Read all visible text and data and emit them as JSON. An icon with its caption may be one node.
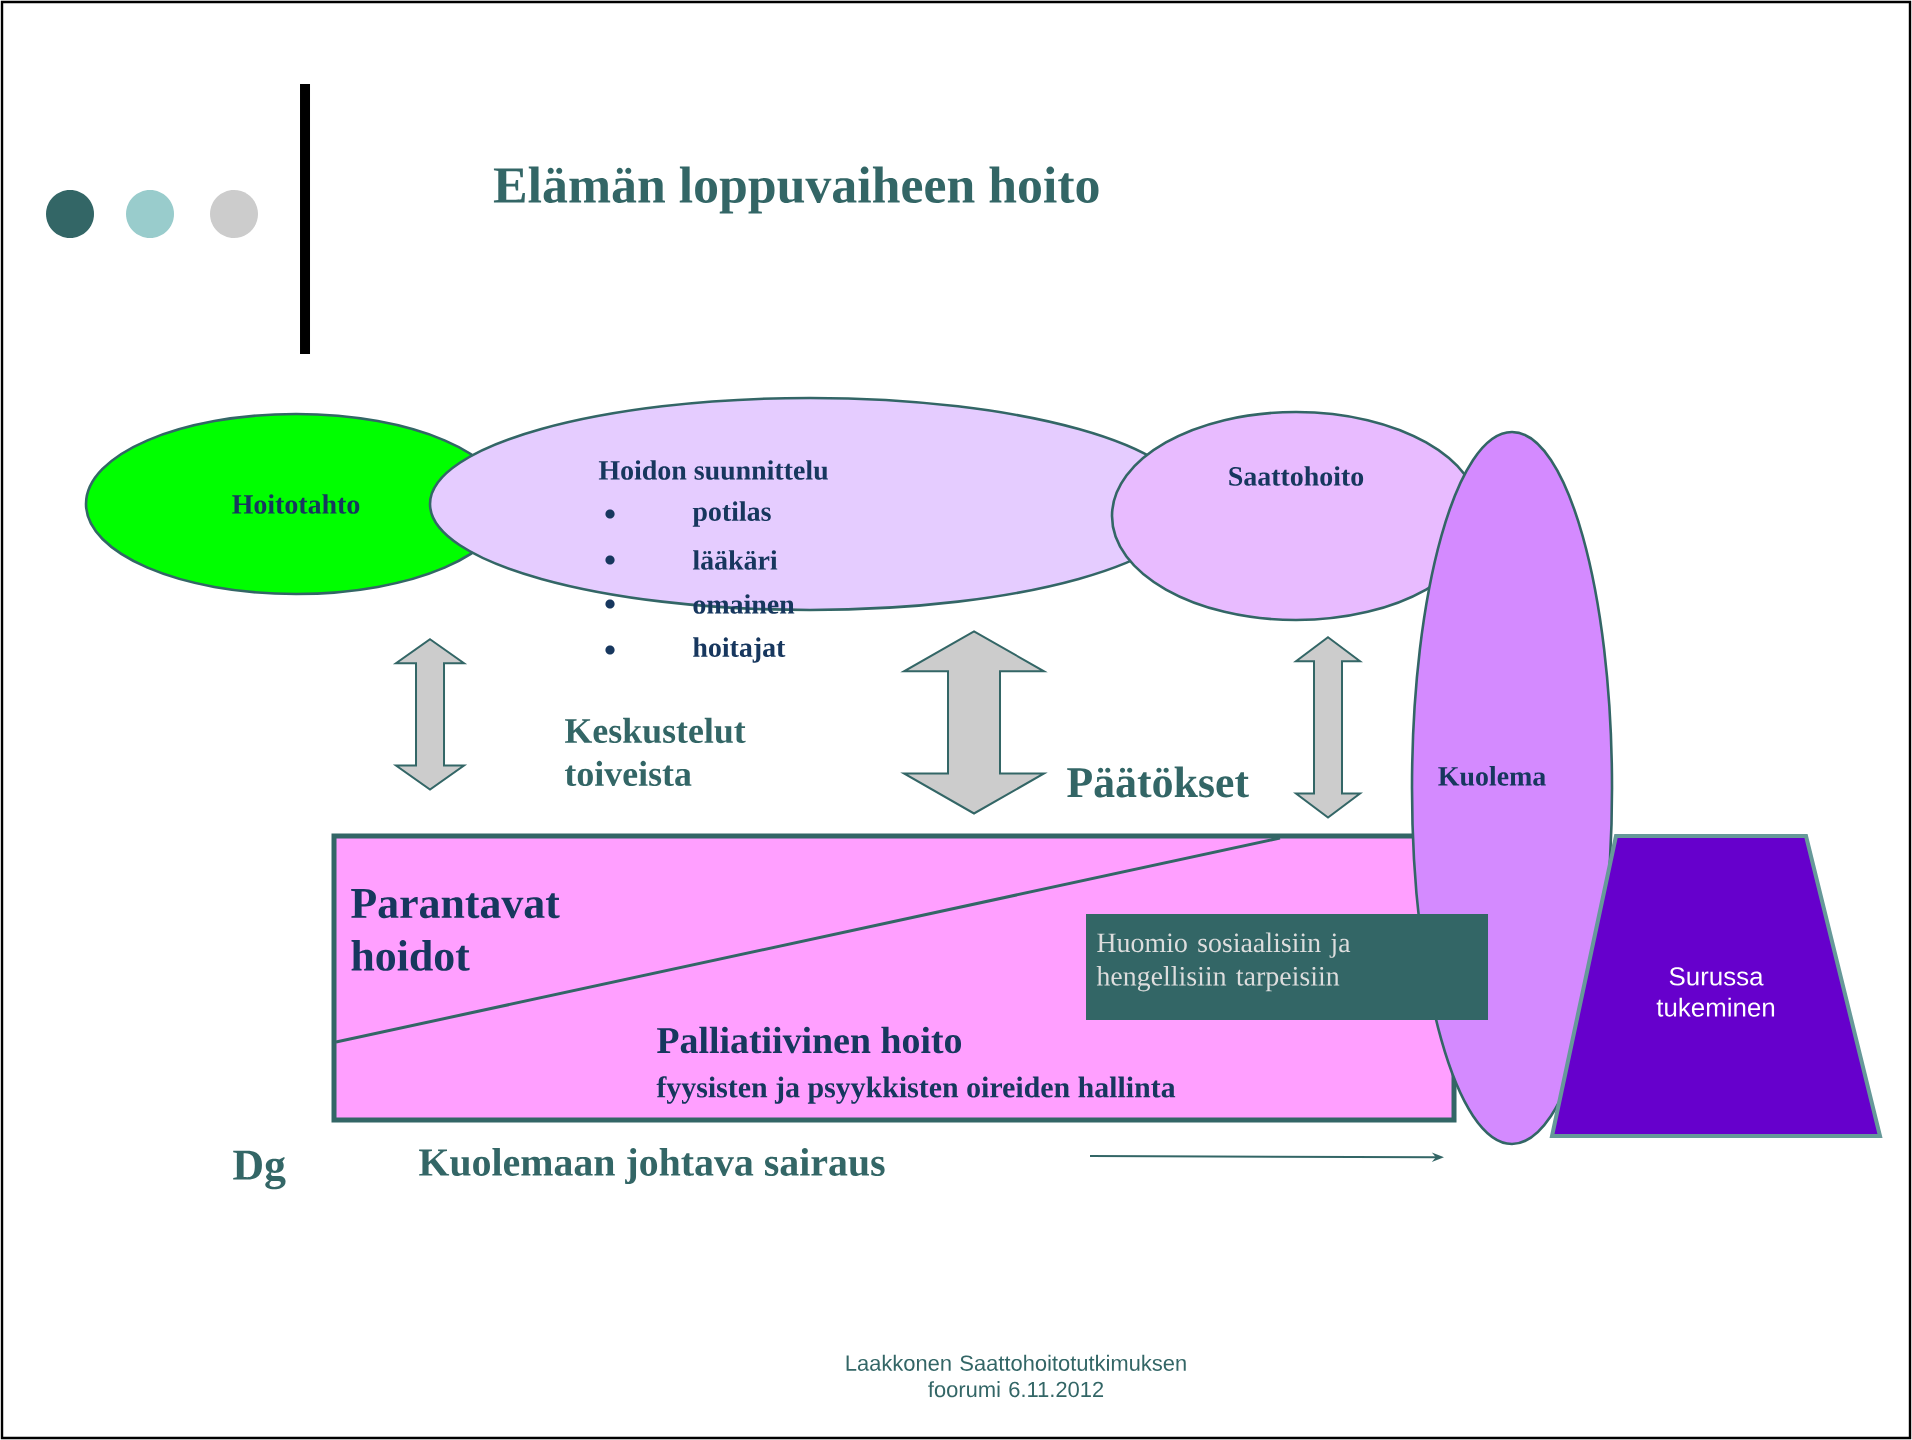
{
  "diagram": {
    "title": "Elämän loppuvaiheen hoito",
    "nodes": [
      {
        "text": [
          "Hoitotahto"
        ]
      },
      {
        "text": [
          "Hoidon suunnittelu",
          "potilas",
          "lääkäri",
          "omainen",
          "hoitajat"
        ]
      },
      {
        "text": [
          "Saattohoito"
        ]
      },
      {
        "text": [
          "Kuolema"
        ]
      },
      {
        "text": [
          "Parantavat hoidot",
          "Palliatiivinen hoito",
          "fyysisten ja psyykkisten oireiden hallinta"
        ]
      },
      {
        "text": [
          "Huomio sosiaalisiin ja hengellisiin tarpeisiin"
        ]
      },
      {
        "text": [
          "Surussa tukeminen"
        ]
      }
    ],
    "edges": [
      {
        "from": 0,
        "to": 4,
        "arrow": "both"
      },
      {
        "from": 1,
        "to": 4,
        "arrow": "both"
      },
      {
        "from": 2,
        "to": 4,
        "arrow": "both"
      },
      {
        "from": null,
        "to": 3,
        "arrow": "to"
      }
    ],
    "labels": [
      "Keskustelut toiveista",
      "Päätökset",
      "Dg",
      "Kuolemaan johtava sairaus",
      "Laakkonen Saattohoitotutkimuksen foorumi 6.11.2012"
    ]
  }
}
